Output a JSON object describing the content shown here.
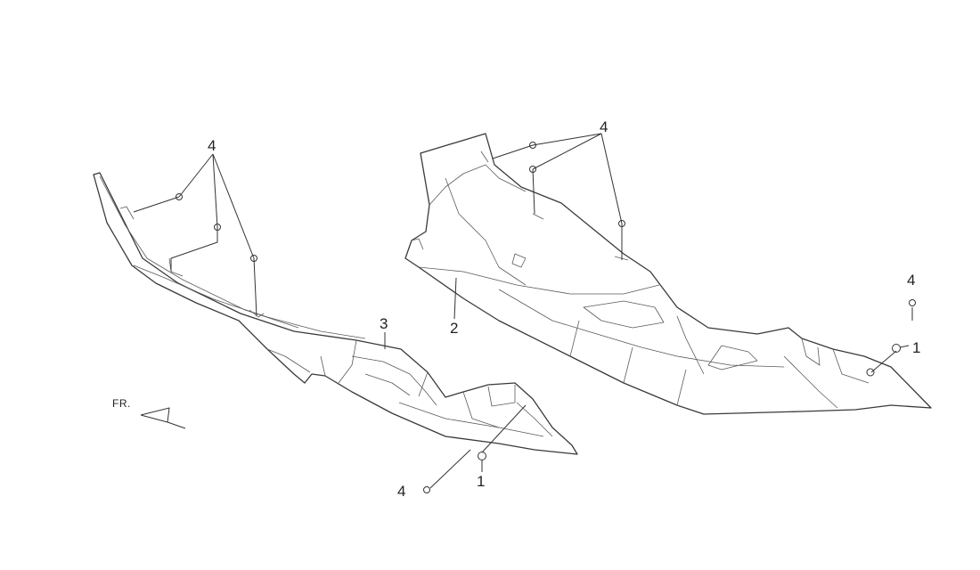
{
  "diagram": {
    "callouts": {
      "part1": "1",
      "part2": "2",
      "part3": "3",
      "part4": "4"
    },
    "direction_label": "FR."
  }
}
